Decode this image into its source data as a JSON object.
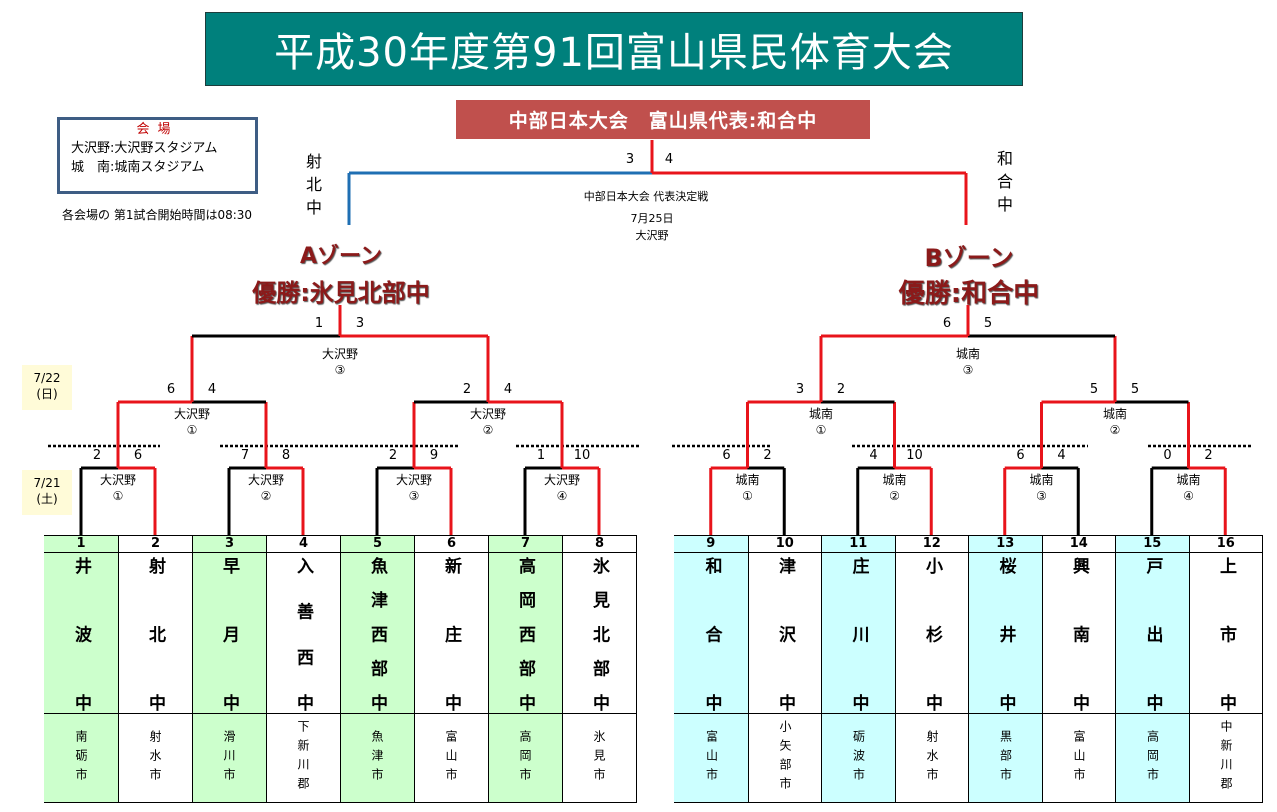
{
  "title": "平成30年度第91回富山県民体育大会",
  "banner": "中部日本大会　富山県代表:和合中",
  "venues": {
    "heading": "会場",
    "lines": [
      "大沢野:大沢野スタジアム",
      "城　南:城南スタジアム"
    ]
  },
  "note": "各会場の 第1試合開始時間は08:30",
  "final": {
    "left_team": "射北中",
    "right_team": "和合中",
    "scores": [
      3,
      4
    ],
    "winner": 1,
    "caption": "中部日本大会  代表決定戦",
    "date": "7月25日",
    "venue": "大沢野"
  },
  "dates": [
    {
      "day": "7/22",
      "weekday": "(日)"
    },
    {
      "day": "7/21",
      "weekday": "(土)"
    }
  ],
  "colors": {
    "win": "#e8141b",
    "lose": "#000000",
    "final_left": "#1f6fb3",
    "zoneA": "#ccffcc",
    "zoneB": "#ccffff"
  },
  "zones": [
    {
      "name": "Aゾーン",
      "champion": "優勝:氷見北部中",
      "teams": [
        {
          "no": "1",
          "name": "井波中",
          "city": "南砺市"
        },
        {
          "no": "2",
          "name": "射北中",
          "city": "射水市"
        },
        {
          "no": "3",
          "name": "早月中",
          "city": "滑川市"
        },
        {
          "no": "4",
          "name": "入善西中",
          "city": "下新川郡"
        },
        {
          "no": "5",
          "name": "魚津西部中",
          "city": "魚津市"
        },
        {
          "no": "6",
          "name": "新庄中",
          "city": "富山市"
        },
        {
          "no": "7",
          "name": "高岡西部中",
          "city": "高岡市"
        },
        {
          "no": "8",
          "name": "氷見北部中",
          "city": "氷見市"
        }
      ],
      "rounds": [
        [
          {
            "scores": [
              2,
              6
            ],
            "winner": 1,
            "venue": "大沢野",
            "num": "①"
          },
          {
            "scores": [
              7,
              8
            ],
            "winner": 1,
            "venue": "大沢野",
            "num": "②"
          },
          {
            "scores": [
              2,
              9
            ],
            "winner": 1,
            "venue": "大沢野",
            "num": "③"
          },
          {
            "scores": [
              1,
              10
            ],
            "winner": 1,
            "venue": "大沢野",
            "num": "④"
          }
        ],
        [
          {
            "scores": [
              6,
              4
            ],
            "winner": 0,
            "venue": "大沢野",
            "num": "①"
          },
          {
            "scores": [
              2,
              4
            ],
            "winner": 1,
            "venue": "大沢野",
            "num": "②"
          }
        ],
        [
          {
            "scores": [
              1,
              3
            ],
            "winner": 1,
            "venue": "大沢野",
            "num": "③"
          }
        ]
      ]
    },
    {
      "name": "Bゾーン",
      "champion": "優勝:和合中",
      "teams": [
        {
          "no": "9",
          "name": "和合中",
          "city": "富山市"
        },
        {
          "no": "10",
          "name": "津沢中",
          "city": "小矢部市"
        },
        {
          "no": "11",
          "name": "庄川中",
          "city": "砺波市"
        },
        {
          "no": "12",
          "name": "小杉中",
          "city": "射水市"
        },
        {
          "no": "13",
          "name": "桜井中",
          "city": "黒部市"
        },
        {
          "no": "14",
          "name": "興南中",
          "city": "富山市"
        },
        {
          "no": "15",
          "name": "戸出中",
          "city": "高岡市"
        },
        {
          "no": "16",
          "name": "上市中",
          "city": "中新川郡"
        }
      ],
      "rounds": [
        [
          {
            "scores": [
              6,
              2
            ],
            "winner": 0,
            "venue": "城南",
            "num": "①"
          },
          {
            "scores": [
              4,
              10
            ],
            "winner": 1,
            "venue": "城南",
            "num": "②"
          },
          {
            "scores": [
              6,
              4
            ],
            "winner": 0,
            "venue": "城南",
            "num": "③"
          },
          {
            "scores": [
              0,
              2
            ],
            "winner": 1,
            "venue": "城南",
            "num": "④"
          }
        ],
        [
          {
            "scores": [
              3,
              2
            ],
            "winner": 0,
            "venue": "城南",
            "num": "①"
          },
          {
            "scores": [
              5,
              5
            ],
            "winner": 0,
            "venue": "城南",
            "num": "②"
          }
        ],
        [
          {
            "scores": [
              6,
              5
            ],
            "winner": 0,
            "venue": "城南",
            "num": "③"
          }
        ]
      ]
    }
  ]
}
